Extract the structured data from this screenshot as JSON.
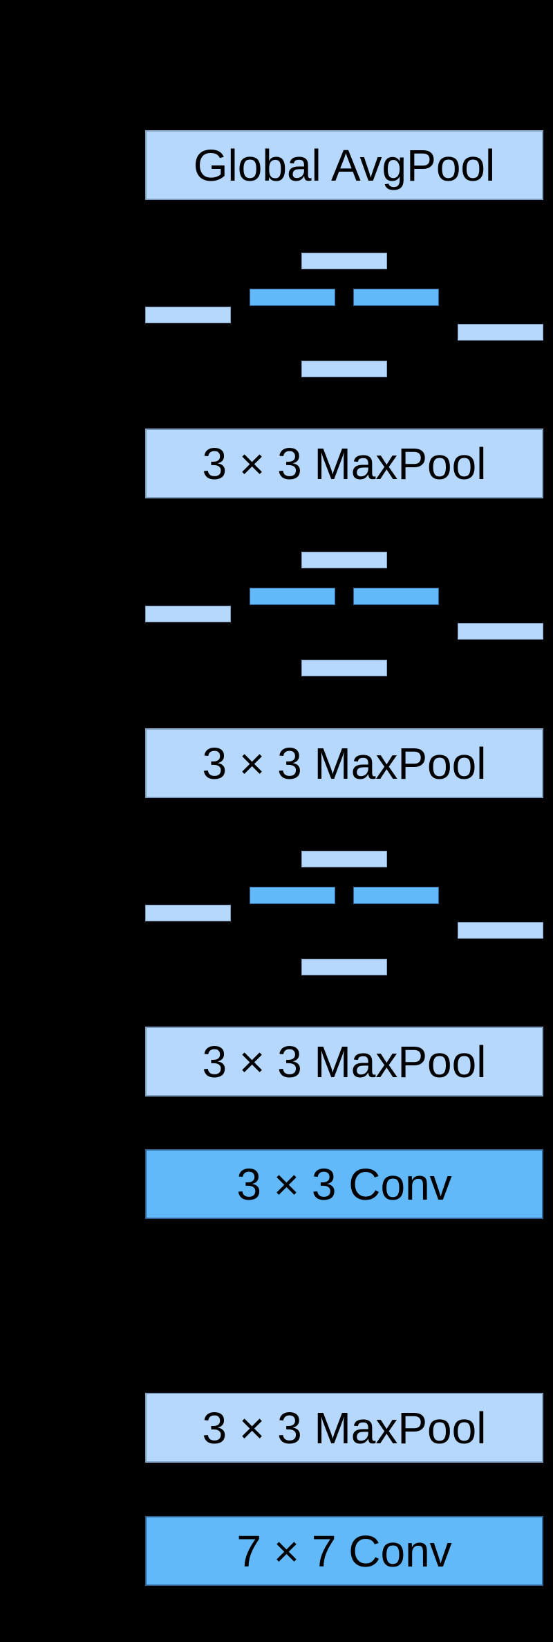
{
  "diagram": {
    "kind": "cnn-architecture-figure",
    "background_color": "#000000",
    "colors": {
      "background": "#000000",
      "pool_fill": "#b5d8fc",
      "pool_border": "#7e9cbc",
      "conv_fill": "#61b9fa",
      "conv_border": "#2d5f90",
      "label_text": "#000000"
    },
    "labeled_boxes": [
      {
        "id": "global-avgpool",
        "label": "Global AvgPool",
        "kind": "pool"
      },
      {
        "id": "maxpool-1",
        "label": "3 × 3 MaxPool",
        "kind": "pool"
      },
      {
        "id": "maxpool-2",
        "label": "3 × 3 MaxPool",
        "kind": "pool"
      },
      {
        "id": "maxpool-3",
        "label": "3 × 3 MaxPool",
        "kind": "pool"
      },
      {
        "id": "conv-3x3",
        "label": "3 × 3 Conv",
        "kind": "conv"
      },
      {
        "id": "maxpool-4",
        "label": "3 × 3 MaxPool",
        "kind": "pool"
      },
      {
        "id": "conv-7x7",
        "label": "7 × 7 Conv",
        "kind": "conv"
      }
    ],
    "inception_blocks": {
      "count": 3,
      "small_boxes_per_block": 6,
      "bright_conv_boxes_per_block": 2
    }
  }
}
